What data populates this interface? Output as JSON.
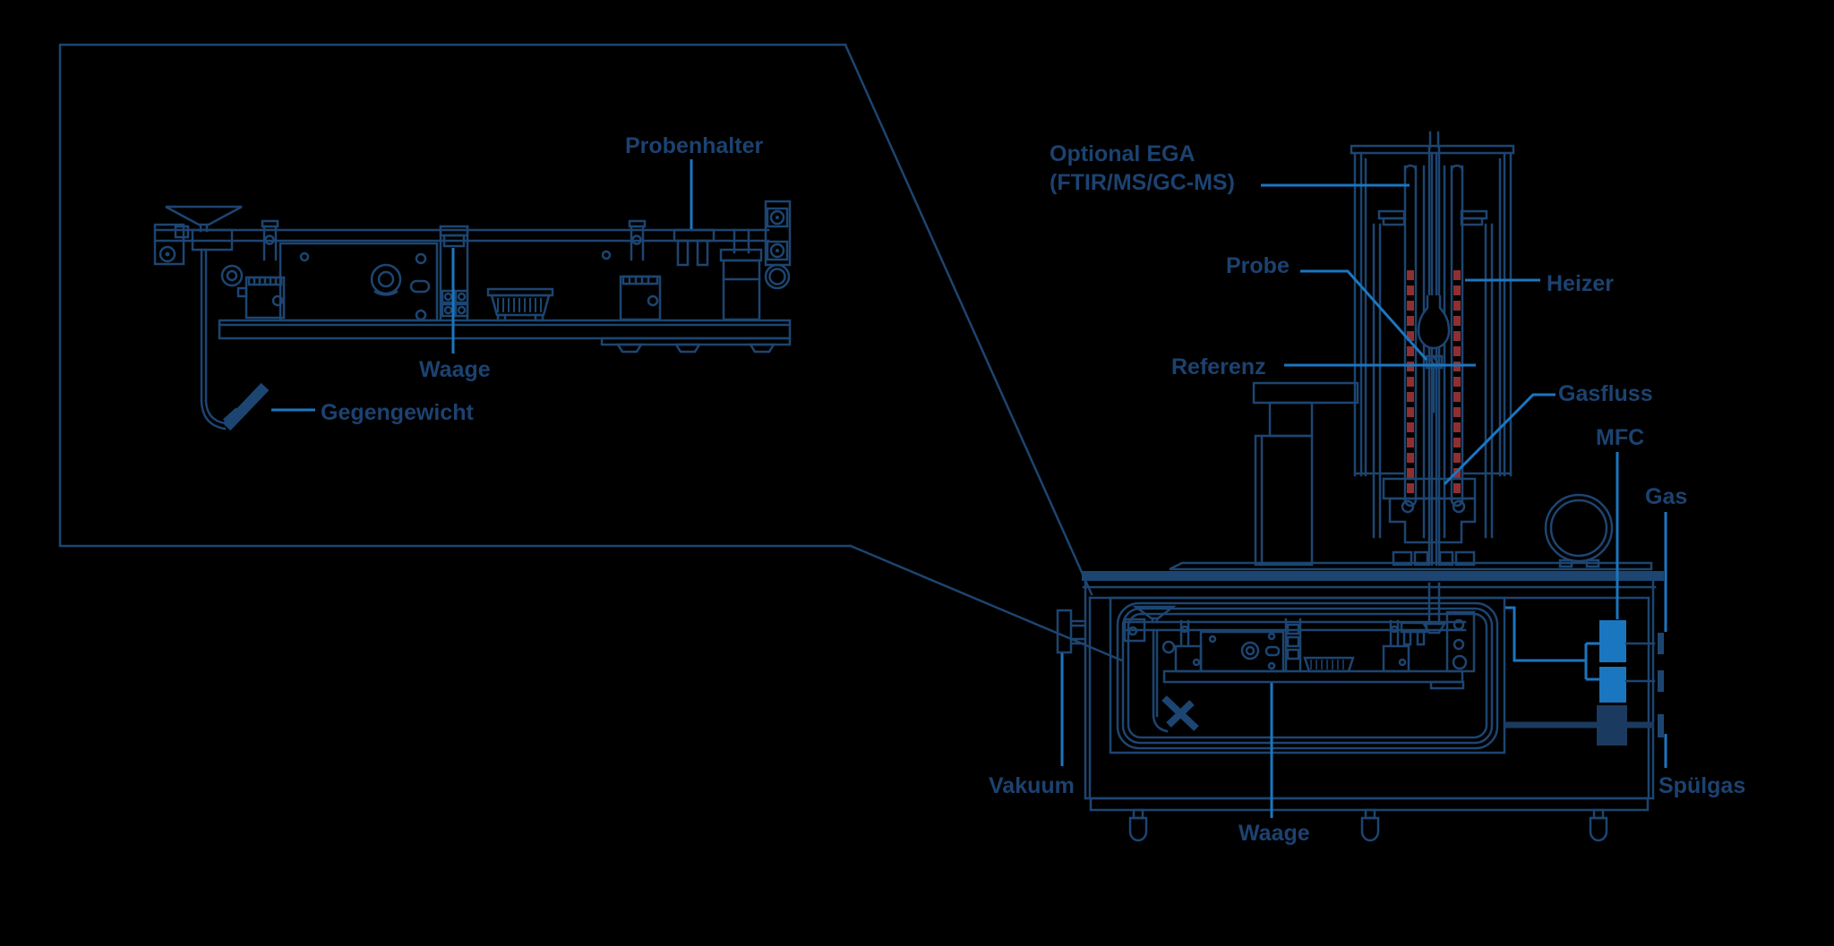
{
  "title": "TGA Thermogravimetric Analyzer schematic (German labels)",
  "colors": {
    "background": "#000000",
    "line": "#1d4571",
    "text": "#1c4270",
    "accent": "#1b76c0",
    "dark": "#1b3a5f",
    "heater_red": "#8f2f31"
  },
  "labels": {
    "probenhalter": "Probenhalter",
    "waage_inset": "Waage",
    "gegengewicht": "Gegengewicht",
    "optional_ega_line1": "Optional EGA",
    "optional_ega_line2": "(FTIR/MS/GC-MS)",
    "probe": "Probe",
    "heizer": "Heizer",
    "referenz": "Referenz",
    "gasfluss": "Gasfluss",
    "mfc": "MFC",
    "gas": "Gas",
    "vakuum": "Vakuum",
    "waage_cabinet": "Waage",
    "spuelgas": "Spülgas"
  }
}
